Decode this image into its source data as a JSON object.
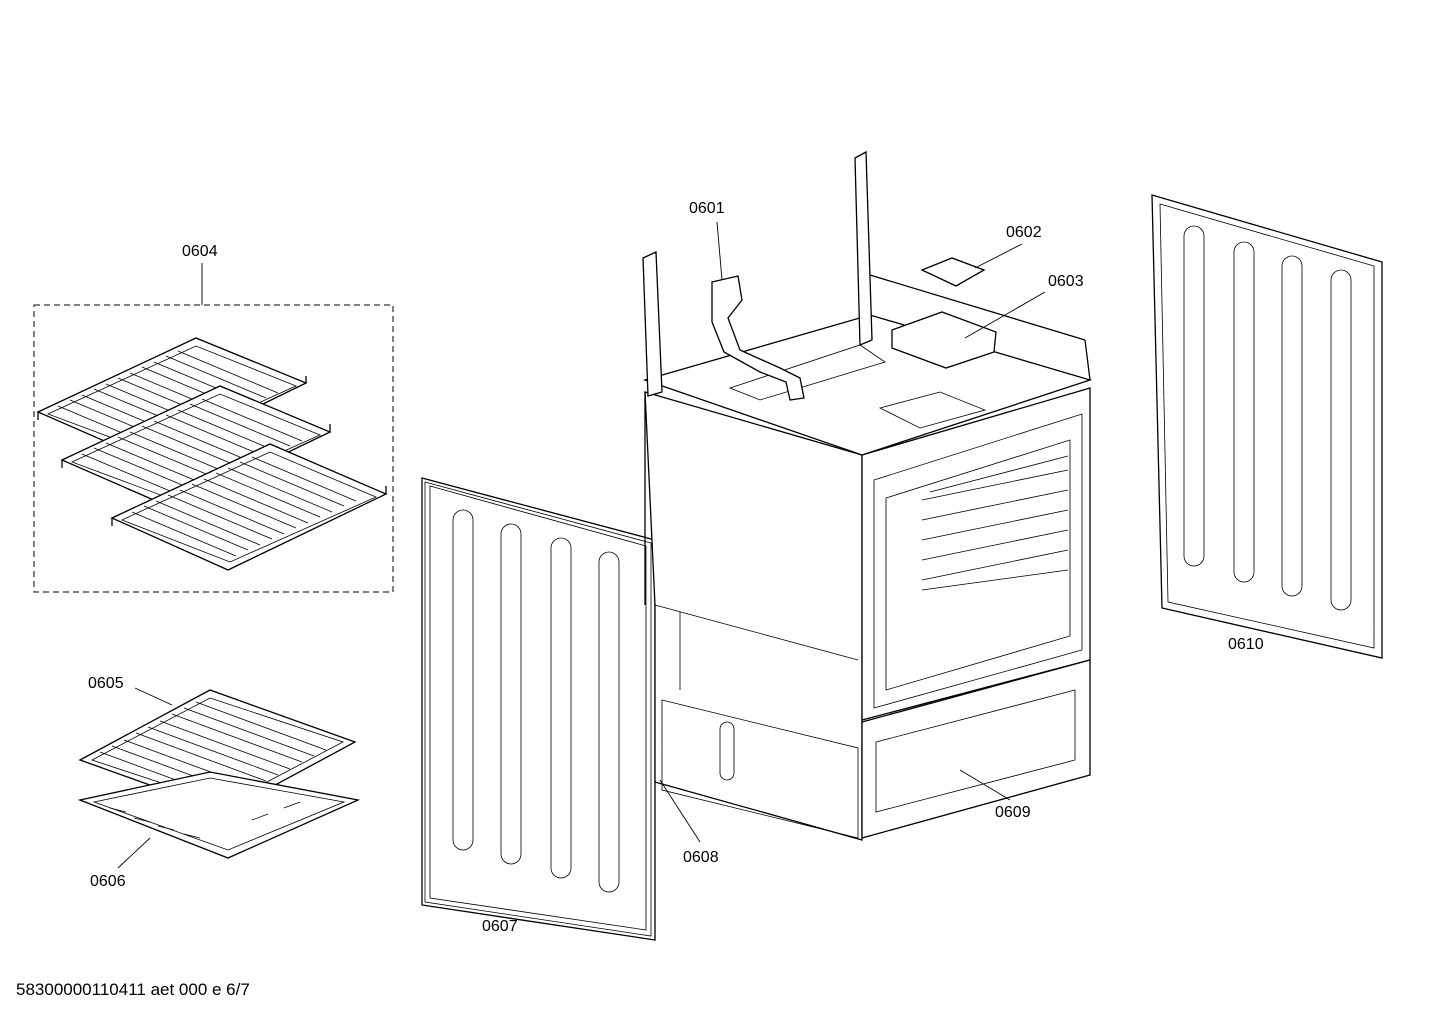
{
  "callouts": {
    "c0601": "0601",
    "c0602": "0602",
    "c0603": "0603",
    "c0604": "0604",
    "c0605": "0605",
    "c0606": "0606",
    "c0607": "0607",
    "c0608": "0608",
    "c0609": "0609",
    "c0610": "0610"
  },
  "footer": {
    "doc_ref": "58300000110411 aet 000 e 6/7"
  }
}
